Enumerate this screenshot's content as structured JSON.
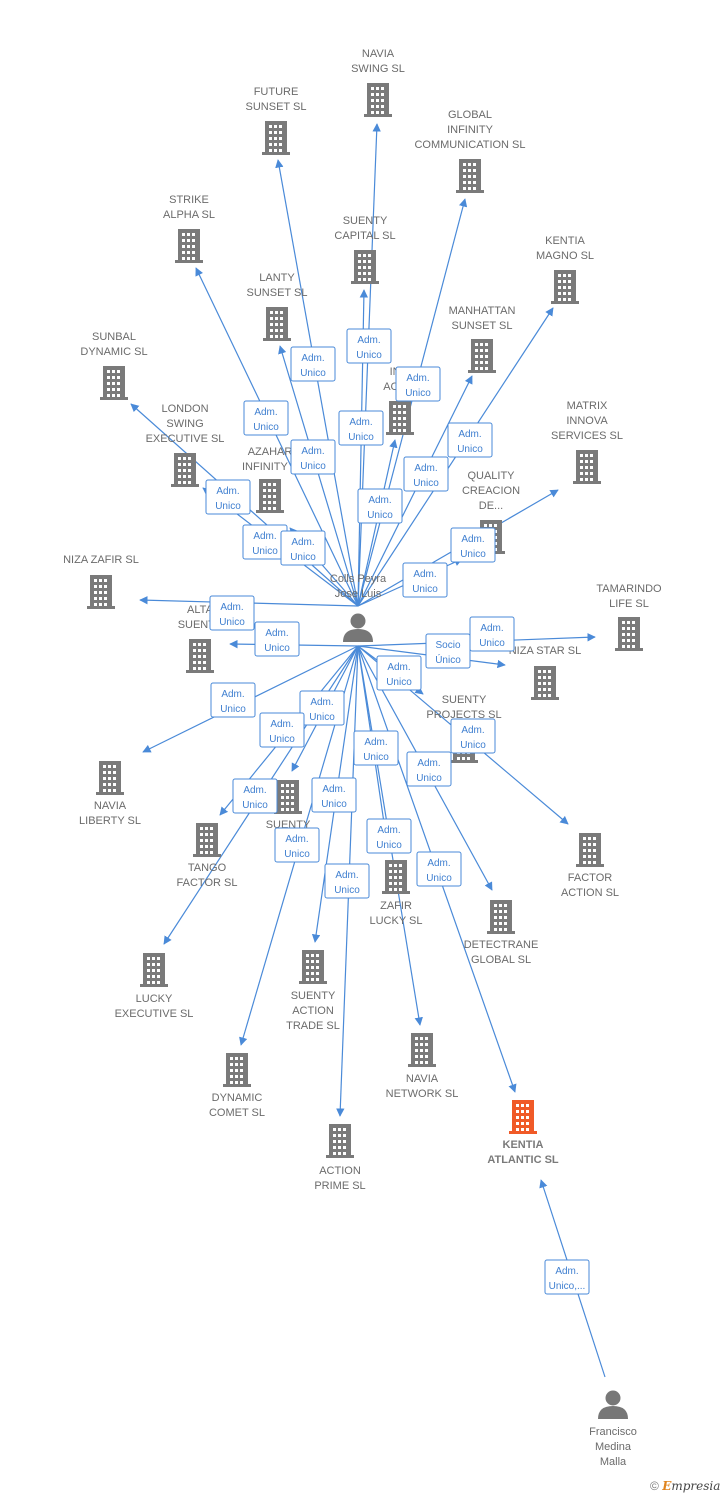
{
  "center_person": {
    "label": [
      "Colls Peyra",
      "Jose Luis"
    ]
  },
  "other_person": {
    "label": [
      "Francisco",
      "Medina",
      "Malla"
    ],
    "edge_label": [
      "Adm.",
      "Unico,..."
    ]
  },
  "companies": [
    {
      "id": "navia_swing",
      "label": [
        "NAVIA",
        "SWING SL"
      ]
    },
    {
      "id": "future_sunset",
      "label": [
        "FUTURE",
        "SUNSET SL"
      ]
    },
    {
      "id": "global_infinity",
      "label": [
        "GLOBAL",
        "INFINITY",
        "COMMUNICATION SL"
      ]
    },
    {
      "id": "strike_alpha",
      "label": [
        "STRIKE",
        "ALPHA SL"
      ]
    },
    {
      "id": "suenty_capital",
      "label": [
        "SUENTY",
        "CAPITAL SL"
      ]
    },
    {
      "id": "kentia_magno",
      "label": [
        "KENTIA",
        "MAGNO SL"
      ]
    },
    {
      "id": "lanty_sunset",
      "label": [
        "LANTY",
        "SUNSET SL"
      ]
    },
    {
      "id": "manhattan_sunset",
      "label": [
        "MANHATTAN",
        "SUNSET SL"
      ]
    },
    {
      "id": "sunbal_dynamic",
      "label": [
        "SUNBAL",
        "DYNAMIC SL"
      ]
    },
    {
      "id": "infinity_action",
      "label": [
        "INFI",
        "ACTIO"
      ]
    },
    {
      "id": "matrix_innova",
      "label": [
        "MATRIX",
        "INNOVA",
        "SERVICES SL"
      ]
    },
    {
      "id": "london_swing",
      "label": [
        "LONDON",
        "SWING",
        "EXECUTIVE SL"
      ]
    },
    {
      "id": "azahar_infinity",
      "label": [
        "AZAHAR",
        "INFINITY S"
      ]
    },
    {
      "id": "quality_creacion",
      "label": [
        "QUALITY",
        "CREACION",
        "DE..."
      ]
    },
    {
      "id": "niza_zafir",
      "label": [
        "NIZA ZAFIR SL"
      ]
    },
    {
      "id": "tamarindo_life",
      "label": [
        "TAMARINDO",
        "LIFE SL"
      ]
    },
    {
      "id": "alta_suenty",
      "label": [
        "ALTA",
        "SUENTY"
      ]
    },
    {
      "id": "niza_star",
      "label": [
        "NIZA STAR SL"
      ]
    },
    {
      "id": "suenty_projects",
      "label": [
        "SUENTY",
        "PROJECTS SL"
      ]
    },
    {
      "id": "navia_liberty",
      "label": [
        "NAVIA",
        "LIBERTY SL"
      ]
    },
    {
      "id": "suenty_trade",
      "label": [
        "SUENTY",
        "TRA"
      ]
    },
    {
      "id": "tango_factor",
      "label": [
        "TANGO",
        "FACTOR SL"
      ]
    },
    {
      "id": "factor_action",
      "label": [
        "FACTOR",
        "ACTION SL"
      ]
    },
    {
      "id": "zafir_lucky",
      "label": [
        "ZAFIR",
        "LUCKY SL"
      ]
    },
    {
      "id": "detectrane_global",
      "label": [
        "DETECTRANE",
        "GLOBAL SL"
      ]
    },
    {
      "id": "lucky_executive",
      "label": [
        "LUCKY",
        "EXECUTIVE SL"
      ]
    },
    {
      "id": "suenty_action_trade",
      "label": [
        "SUENTY",
        "ACTION",
        "TRADE SL"
      ]
    },
    {
      "id": "navia_network",
      "label": [
        "NAVIA",
        "NETWORK SL"
      ]
    },
    {
      "id": "dynamic_comet",
      "label": [
        "DYNAMIC",
        "COMET SL"
      ]
    },
    {
      "id": "kentia_atlantic",
      "label": [
        "KENTIA",
        "ATLANTIC SL"
      ],
      "highlight": true
    },
    {
      "id": "action_prime",
      "label": [
        "ACTION",
        "PRIME SL"
      ]
    }
  ],
  "edges": [
    {
      "to": "navia_swing",
      "label": [
        "Adm.",
        "Unico"
      ]
    },
    {
      "to": "future_sunset",
      "label": [
        "Adm.",
        "Unico"
      ]
    },
    {
      "to": "global_infinity",
      "label": [
        "Adm.",
        "Unico"
      ]
    },
    {
      "to": "strike_alpha",
      "label": [
        "Adm.",
        "Unico"
      ]
    },
    {
      "to": "suenty_capital",
      "label": [
        "Adm.",
        "Unico"
      ]
    },
    {
      "to": "kentia_magno",
      "label": [
        "Adm.",
        "Unico"
      ]
    },
    {
      "to": "lanty_sunset",
      "label": [
        "Adm.",
        "Unico"
      ]
    },
    {
      "to": "manhattan_sunset",
      "label": [
        "Adm.",
        "Unico"
      ]
    },
    {
      "to": "sunbal_dynamic",
      "label": [
        "Adm.",
        "Unico"
      ]
    },
    {
      "to": "infinity_action",
      "label": [
        "Adm.",
        "Unico"
      ]
    },
    {
      "to": "matrix_innova",
      "label": [
        "Adm.",
        "Unico"
      ]
    },
    {
      "to": "london_swing",
      "label": [
        "Adm.",
        "Unico"
      ]
    },
    {
      "to": "azahar_infinity",
      "label": [
        "Adm.",
        "Unico"
      ]
    },
    {
      "to": "quality_creacion",
      "label": [
        "Adm.",
        "Unico"
      ]
    },
    {
      "to": "niza_zafir",
      "label": [
        "Adm.",
        "Unico"
      ]
    },
    {
      "to": "tamarindo_life",
      "label": [
        "Adm.",
        "Unico"
      ]
    },
    {
      "to": "alta_suenty",
      "label": [
        "Adm.",
        "Unico"
      ]
    },
    {
      "to": "niza_star",
      "label": [
        "Socio",
        "Único"
      ]
    },
    {
      "to": "suenty_projects",
      "label": [
        "Adm.",
        "Unico"
      ]
    },
    {
      "to": "navia_liberty",
      "label": [
        "Adm.",
        "Unico"
      ]
    },
    {
      "to": "suenty_trade",
      "label": [
        "Adm.",
        "Unico"
      ]
    },
    {
      "to": "tango_factor",
      "label": [
        "Adm.",
        "Unico"
      ]
    },
    {
      "to": "factor_action",
      "label": [
        "Adm.",
        "Unico"
      ]
    },
    {
      "to": "zafir_lucky",
      "label": [
        "Adm.",
        "Unico"
      ]
    },
    {
      "to": "detectrane_global",
      "label": [
        "Adm.",
        "Unico"
      ]
    },
    {
      "to": "lucky_executive",
      "label": [
        "Adm.",
        "Unico"
      ]
    },
    {
      "to": "suenty_action_trade",
      "label": [
        "Adm.",
        "Unico"
      ]
    },
    {
      "to": "navia_network",
      "label": [
        "Adm.",
        "Unico"
      ]
    },
    {
      "to": "dynamic_comet",
      "label": [
        "Adm.",
        "Unico"
      ]
    },
    {
      "to": "kentia_atlantic",
      "label": [
        "Adm.",
        "Unico"
      ]
    },
    {
      "to": "action_prime",
      "label": [
        "Adm.",
        "Unico"
      ]
    }
  ],
  "colors": {
    "edge": "#4a8ad8",
    "building": "#7a7a7a",
    "highlight_building": "#f05a28",
    "person": "#777777"
  },
  "footer": {
    "copyright": "©",
    "brand_first": "E",
    "brand_rest": "mpresia"
  }
}
